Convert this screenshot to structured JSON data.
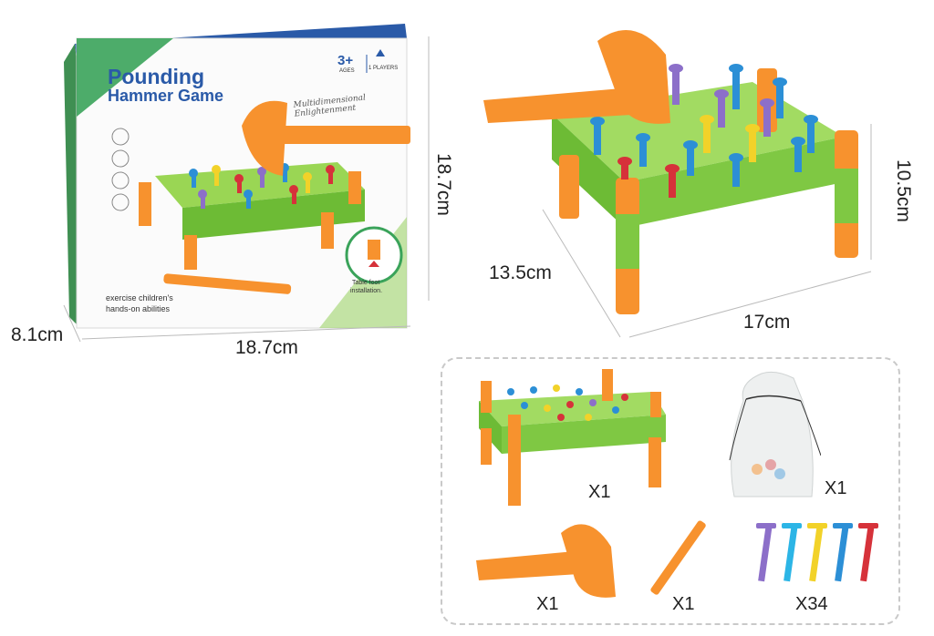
{
  "box": {
    "title_line1": "Pounding",
    "title_line2": "Hammer Game",
    "age": "3+",
    "age_label": "AGES",
    "players_label": "1 PLAYERS",
    "tagline": "Multidimensional Enlightenment",
    "bottom_text_line1": "exercise children's",
    "bottom_text_line2": "hands-on abilities",
    "install_note_line1": "Table foot",
    "install_note_line2": "installation."
  },
  "dimensions": {
    "box_depth": "8.1cm",
    "box_width": "18.7cm",
    "box_height": "18.7cm",
    "product_depth": "13.5cm",
    "product_width": "17cm",
    "product_height": "10.5cm"
  },
  "contents": {
    "bench_qty": "X1",
    "bag_qty": "X1",
    "hammer_qty": "X1",
    "stick_qty": "X1",
    "pegs_qty": "X34"
  },
  "colors": {
    "green": "#8fd14f",
    "green_dark": "#5fae2e",
    "orange": "#f7922e",
    "blue": "#2c8fd6",
    "purple": "#8c6fc9",
    "yellow": "#f2d229",
    "red": "#d6323a",
    "box_blue": "#2a5aa8"
  }
}
